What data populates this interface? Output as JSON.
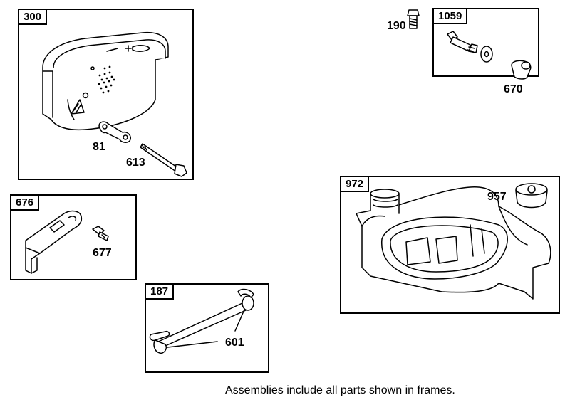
{
  "assemblies": {
    "muffler": {
      "id": "300"
    },
    "exhaust_screw": {
      "id": "1059"
    },
    "deflector": {
      "id": "676"
    },
    "fuel_line": {
      "id": "187"
    },
    "fuel_tank": {
      "id": "972"
    }
  },
  "parts": {
    "p81": "81",
    "p613": "613",
    "p190": "190",
    "p670": "670",
    "p677": "677",
    "p601": "601",
    "p957": "957"
  },
  "footer": {
    "note": "Assemblies include all parts shown in frames."
  }
}
